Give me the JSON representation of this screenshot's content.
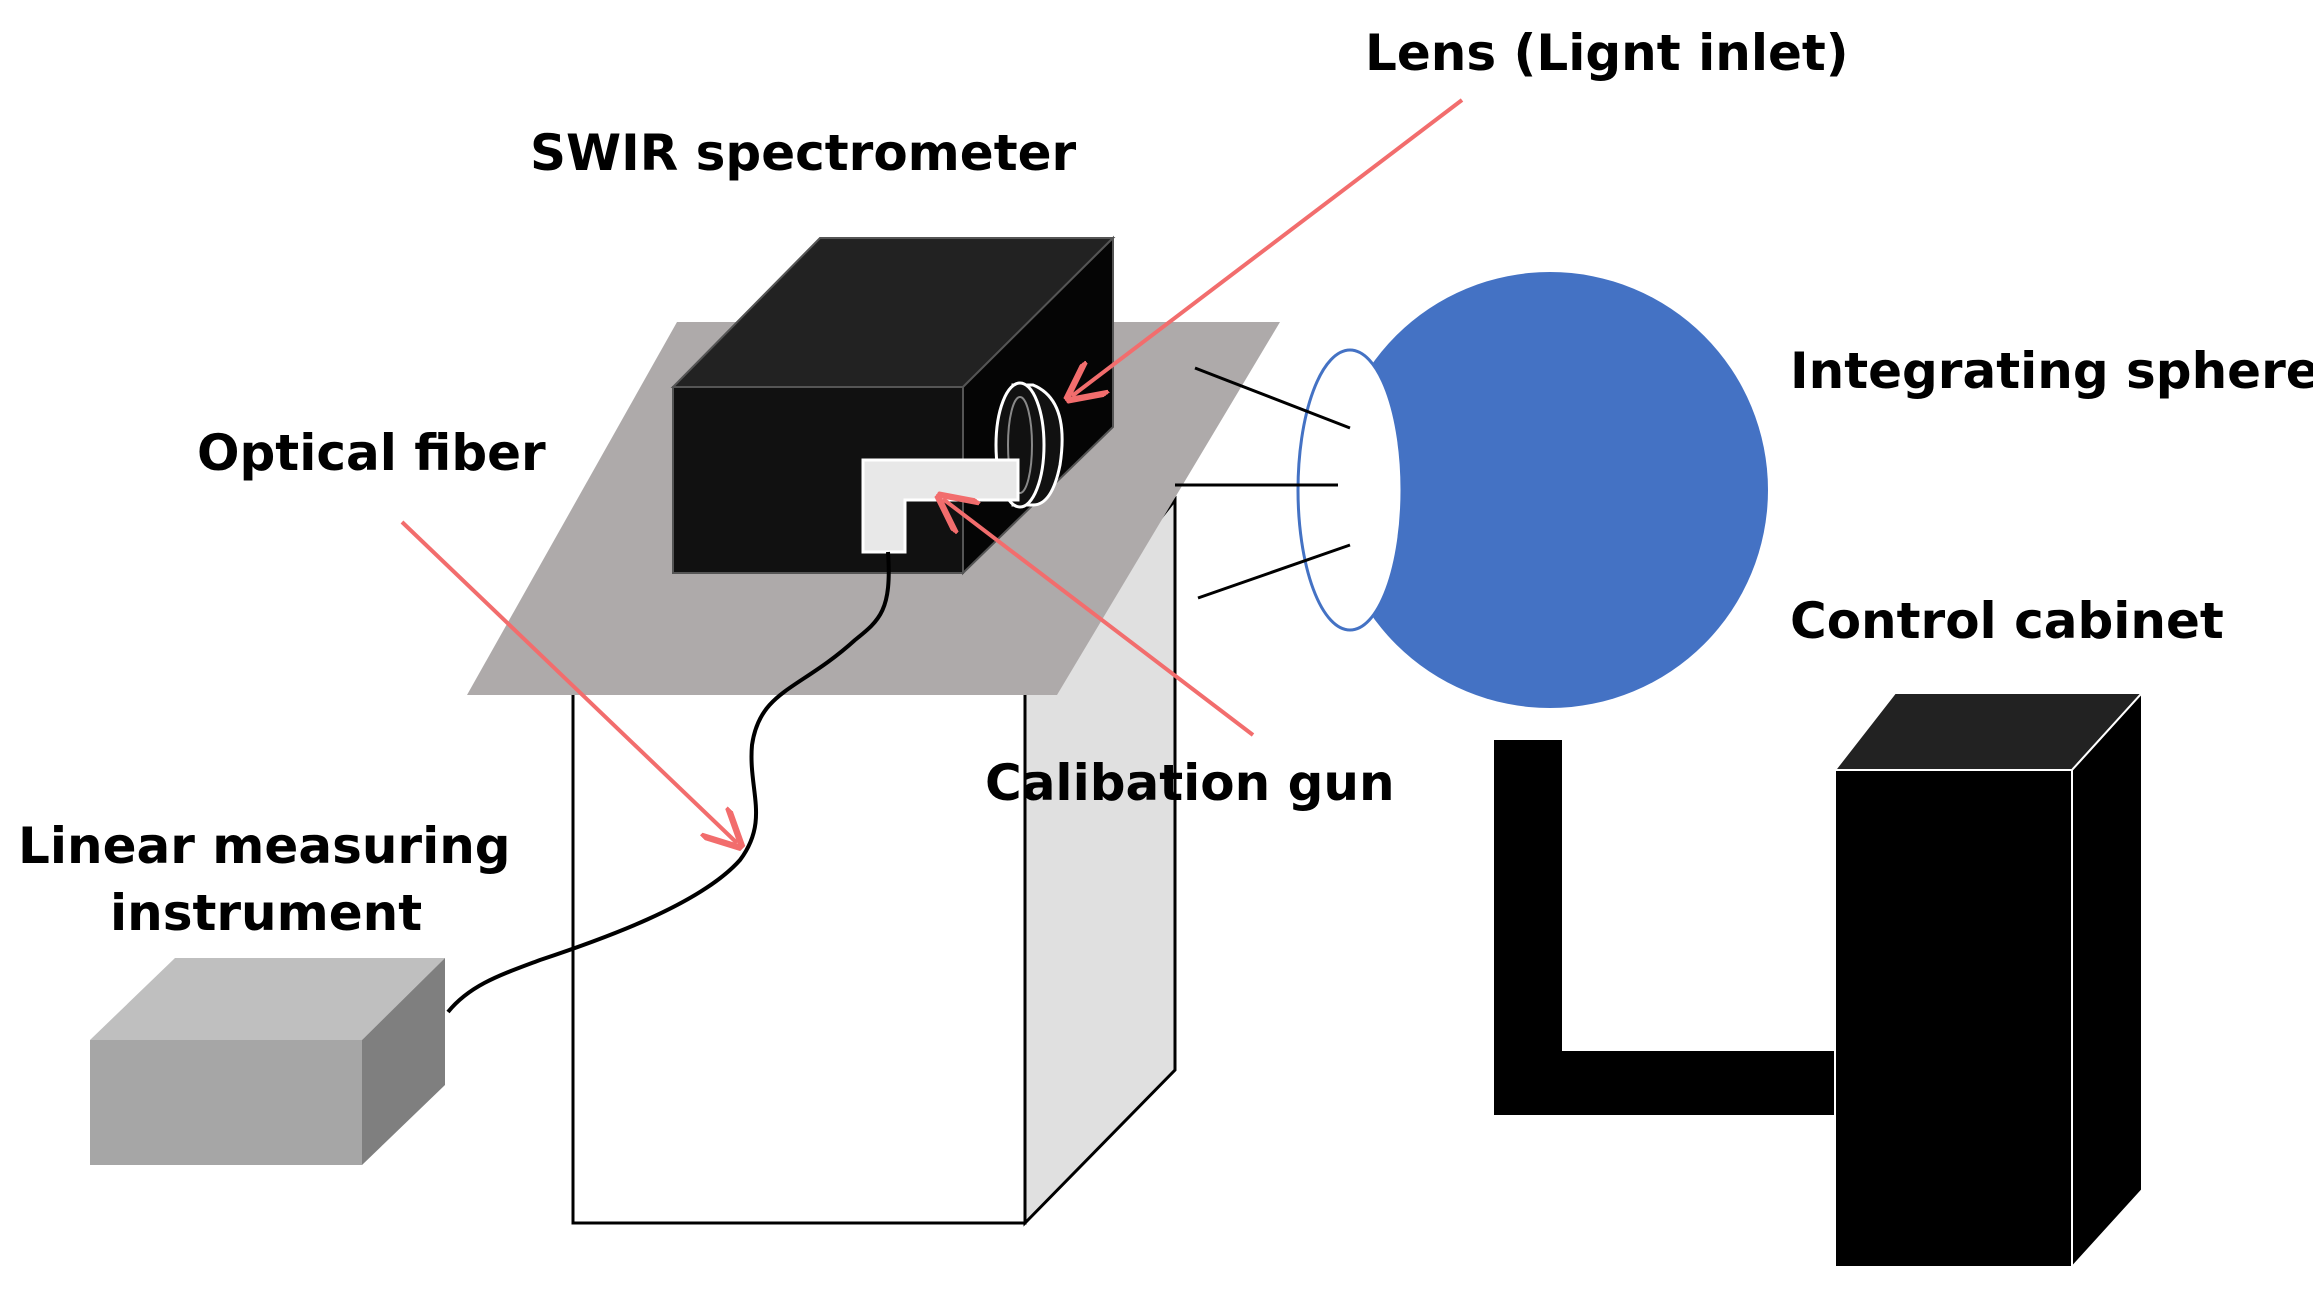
{
  "labels": {
    "lens": "Lens (Lignt inlet)",
    "spectrometer": "SWIR spectrometer",
    "sphere": "Integrating sphere",
    "fiber": "Optical fiber",
    "cabinet": "Control cabinet",
    "gun": "Calibation gun",
    "instrument_line1": "Linear measuring",
    "instrument_line2": "instrument"
  },
  "colors": {
    "arrow": "#f26d6d",
    "sphere": "#4472c4",
    "platform": "#aeaaaa",
    "housing": "#111111",
    "instrument_front": "#a6a6a6",
    "instrument_top": "#bfbfbf",
    "instrument_side": "#7f7f7f",
    "stand_side": "#e0e0e0"
  }
}
